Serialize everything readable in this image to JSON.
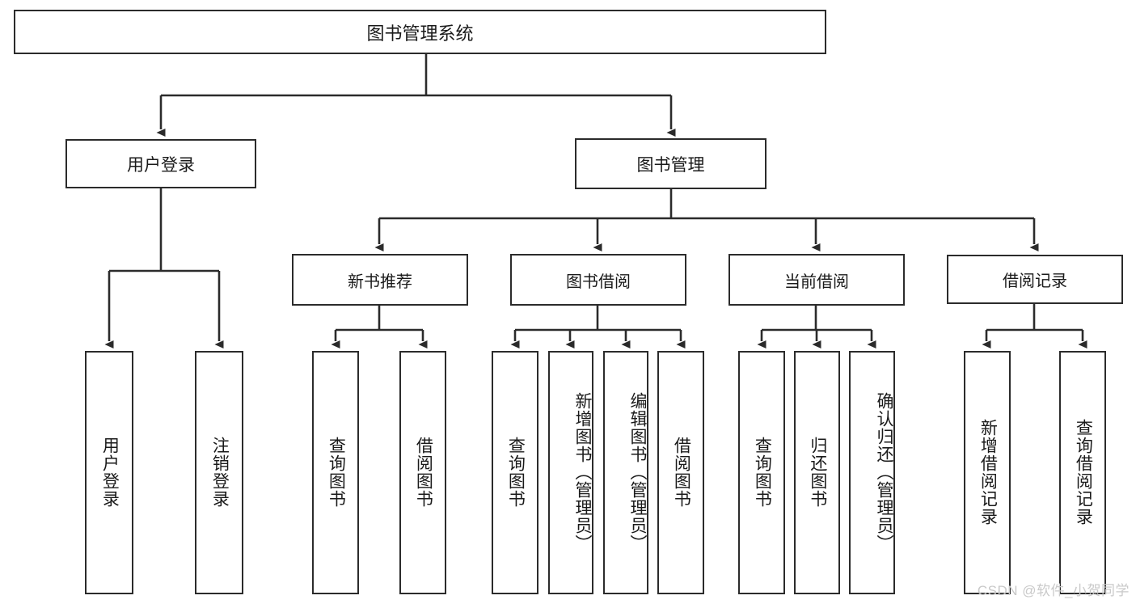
{
  "diagram": {
    "title": "图书管理系统",
    "type": "tree",
    "stroke_color": "#2b2b2b",
    "background_color": "#ffffff",
    "root": {
      "id": "root",
      "label": "图书管理系统"
    },
    "level1": [
      {
        "id": "user-login",
        "label": "用户登录"
      },
      {
        "id": "book-management",
        "label": "图书管理"
      }
    ],
    "level2": [
      {
        "id": "new-book-recommend",
        "label": "新书推荐",
        "parent": "book-management"
      },
      {
        "id": "book-borrow",
        "label": "图书借阅",
        "parent": "book-management"
      },
      {
        "id": "current-borrow",
        "label": "当前借阅",
        "parent": "book-management"
      },
      {
        "id": "borrow-record",
        "label": "借阅记录",
        "parent": "book-management"
      }
    ],
    "leaves": {
      "user-login": [
        {
          "id": "leaf-user-login",
          "label": "用户登录"
        },
        {
          "id": "leaf-logout-login",
          "label": "注销登录"
        }
      ],
      "new-book-recommend": [
        {
          "id": "leaf-query-book-1",
          "label": "查询图书"
        },
        {
          "id": "leaf-borrow-book-1",
          "label": "借阅图书"
        }
      ],
      "book-borrow": [
        {
          "id": "leaf-query-book-2",
          "label": "查询图书"
        },
        {
          "id": "leaf-add-book",
          "label": "新增图书（管理员）"
        },
        {
          "id": "leaf-edit-book",
          "label": "编辑图书（管理员）"
        },
        {
          "id": "leaf-borrow-book-2",
          "label": "借阅图书"
        }
      ],
      "current-borrow": [
        {
          "id": "leaf-query-book-3",
          "label": "查询图书"
        },
        {
          "id": "leaf-return-book",
          "label": "归还图书"
        },
        {
          "id": "leaf-confirm-return",
          "label": "确认归还（管理员）"
        }
      ],
      "borrow-record": [
        {
          "id": "leaf-add-record",
          "label": "新增借阅记录"
        },
        {
          "id": "leaf-query-record",
          "label": "查询借阅记录"
        }
      ]
    }
  },
  "watermark": {
    "text": "CSDN @软件_小贺同学"
  }
}
